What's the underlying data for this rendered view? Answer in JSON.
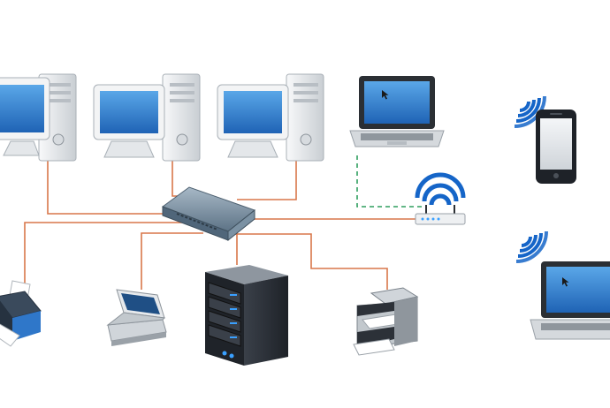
{
  "diagram": {
    "kind": "network-topology",
    "text_labels": [],
    "colors": {
      "wired_link": "#d9774a",
      "wireless_link": "#2e9e5e",
      "screen_blue": "#2f7fd1",
      "wifi_blue": "#1565c8",
      "switch_steel": "#6f8698",
      "server_dark": "#2c3138",
      "server_led": "#3aa0ff",
      "case_white": "#eef0f2"
    },
    "nodes": [
      {
        "id": "desktop-1",
        "icon": "desktop-computer-icon"
      },
      {
        "id": "desktop-2",
        "icon": "desktop-computer-icon"
      },
      {
        "id": "desktop-3",
        "icon": "desktop-computer-icon"
      },
      {
        "id": "laptop-top",
        "icon": "laptop-icon"
      },
      {
        "id": "wifi-router",
        "icon": "wifi-router-icon"
      },
      {
        "id": "network-switch",
        "icon": "network-switch-icon"
      },
      {
        "id": "printer",
        "icon": "printer-icon"
      },
      {
        "id": "scanner",
        "icon": "flatbed-scanner-icon"
      },
      {
        "id": "server",
        "icon": "server-tower-icon"
      },
      {
        "id": "multifunction-printer",
        "icon": "multifunction-printer-icon"
      },
      {
        "id": "smartphone",
        "icon": "smartphone-icon"
      },
      {
        "id": "laptop-right",
        "icon": "laptop-icon"
      }
    ],
    "links": [
      {
        "from": "desktop-1",
        "to": "network-switch",
        "type": "wired"
      },
      {
        "from": "desktop-2",
        "to": "network-switch",
        "type": "wired"
      },
      {
        "from": "desktop-3",
        "to": "network-switch",
        "type": "wired"
      },
      {
        "from": "network-switch",
        "to": "wifi-router",
        "type": "wired"
      },
      {
        "from": "network-switch",
        "to": "printer",
        "type": "wired"
      },
      {
        "from": "network-switch",
        "to": "scanner",
        "type": "wired"
      },
      {
        "from": "network-switch",
        "to": "server",
        "type": "wired"
      },
      {
        "from": "network-switch",
        "to": "multifunction-printer",
        "type": "wired"
      },
      {
        "from": "laptop-top",
        "to": "wifi-router",
        "type": "wireless"
      },
      {
        "from": "smartphone",
        "to": "wifi-router",
        "type": "wireless"
      },
      {
        "from": "laptop-right",
        "to": "wifi-router",
        "type": "wireless"
      }
    ]
  }
}
